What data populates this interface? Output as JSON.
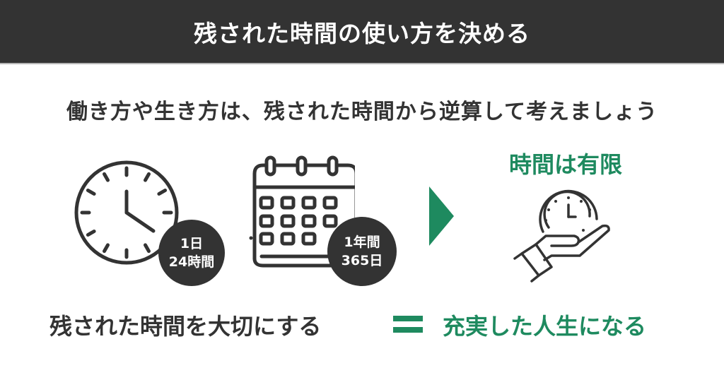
{
  "header": {
    "title": "残された時間の使い方を決める"
  },
  "subtitle": "働き方や生き方は、残された時間から逆算して考えましょう",
  "items": [
    {
      "icon": "clock-icon",
      "badge_line1": "1日",
      "badge_line2": "24時間"
    },
    {
      "icon": "calendar-icon",
      "badge_line1": "1年間",
      "badge_line2": "365日"
    }
  ],
  "arrow": {
    "icon": "triangle-right-icon"
  },
  "result": {
    "title": "時間は有限",
    "icon": "hand-holding-clock-icon"
  },
  "bottom": {
    "left_text": "残された時間を大切にする",
    "operator": "equals-icon",
    "right_text": "充実した人生になる"
  },
  "colors": {
    "dark": "#333333",
    "accent_green": "#1e8a5f",
    "background": "#ffffff"
  }
}
